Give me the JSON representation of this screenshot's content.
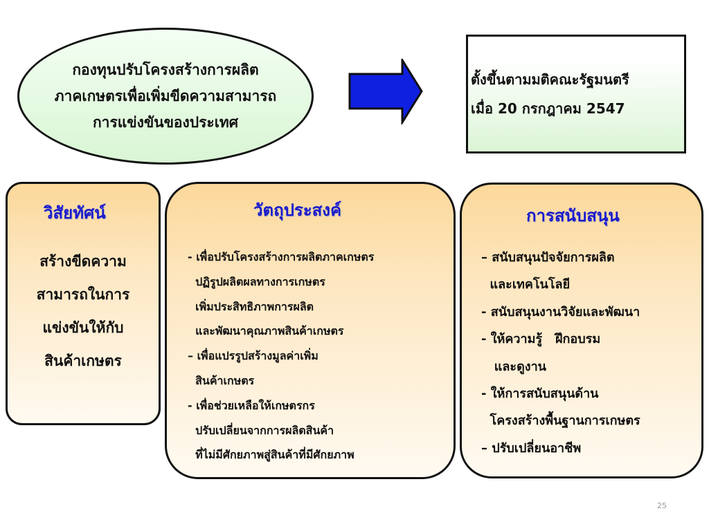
{
  "fund": {
    "lines": [
      "กองทุนปรับโครงสร้างการผลิต",
      "ภาคเกษตรเพื่อเพิ่มขีดความสามารถ",
      "การแข่งขันของประเทศ"
    ]
  },
  "arrow": {
    "icon": "right-arrow-icon",
    "color": "#1020e0"
  },
  "established": {
    "lines": [
      "ตั้งขึ้นตามมติคณะรัฐมนตรี",
      "เมื่อ 20  กรกฎาคม 2547"
    ]
  },
  "vision": {
    "title": "วิสัยทัศน์",
    "lines": [
      "สร้างขีดความ",
      "สามารถในการ",
      "แข่งขันให้กับ",
      "สินค้าเกษตร"
    ]
  },
  "objectives": {
    "title": "วัตถุประสงค์",
    "lines": [
      "- เพื่อปรับโครงสร้างการผลิตภาคเกษตร",
      "  ปฏิรูปผลิตผลทางการเกษตร",
      "  เพิ่มประสิทธิภาพการผลิต",
      "  และพัฒนาคุณภาพสินค้าเกษตร",
      "– เพื่อแปรรูปสร้างมูลค่าเพิ่ม",
      "  สินค้าเกษตร",
      "- เพื่อช่วยเหลือให้เกษตรกร",
      "  ปรับเปลี่ยนจากการผลิตสินค้า",
      "  ที่ไม่มีศักยภาพสู่สินค้าที่มีศักยภาพ"
    ]
  },
  "support": {
    "title": "การสนับสนุน",
    "lines": [
      "– สนับสนุนปัจจัยการผลิต",
      "  และเทคโนโลยี",
      "- สนับสนุนงานวิจัยและพัฒนา",
      "- ให้ความรู้   ฝึกอบรม",
      "   และดูงาน",
      "- ให้การสนับสนุนด้าน",
      "  โครงสร้างพื้นฐานการเกษตร",
      "– ปรับเปลี่ยนอาชีพ"
    ]
  },
  "page_number": "25",
  "colors": {
    "title_blue": "#1a1acc",
    "panel_orange": "#fcd89a",
    "box_green": "#d9f5d4"
  }
}
